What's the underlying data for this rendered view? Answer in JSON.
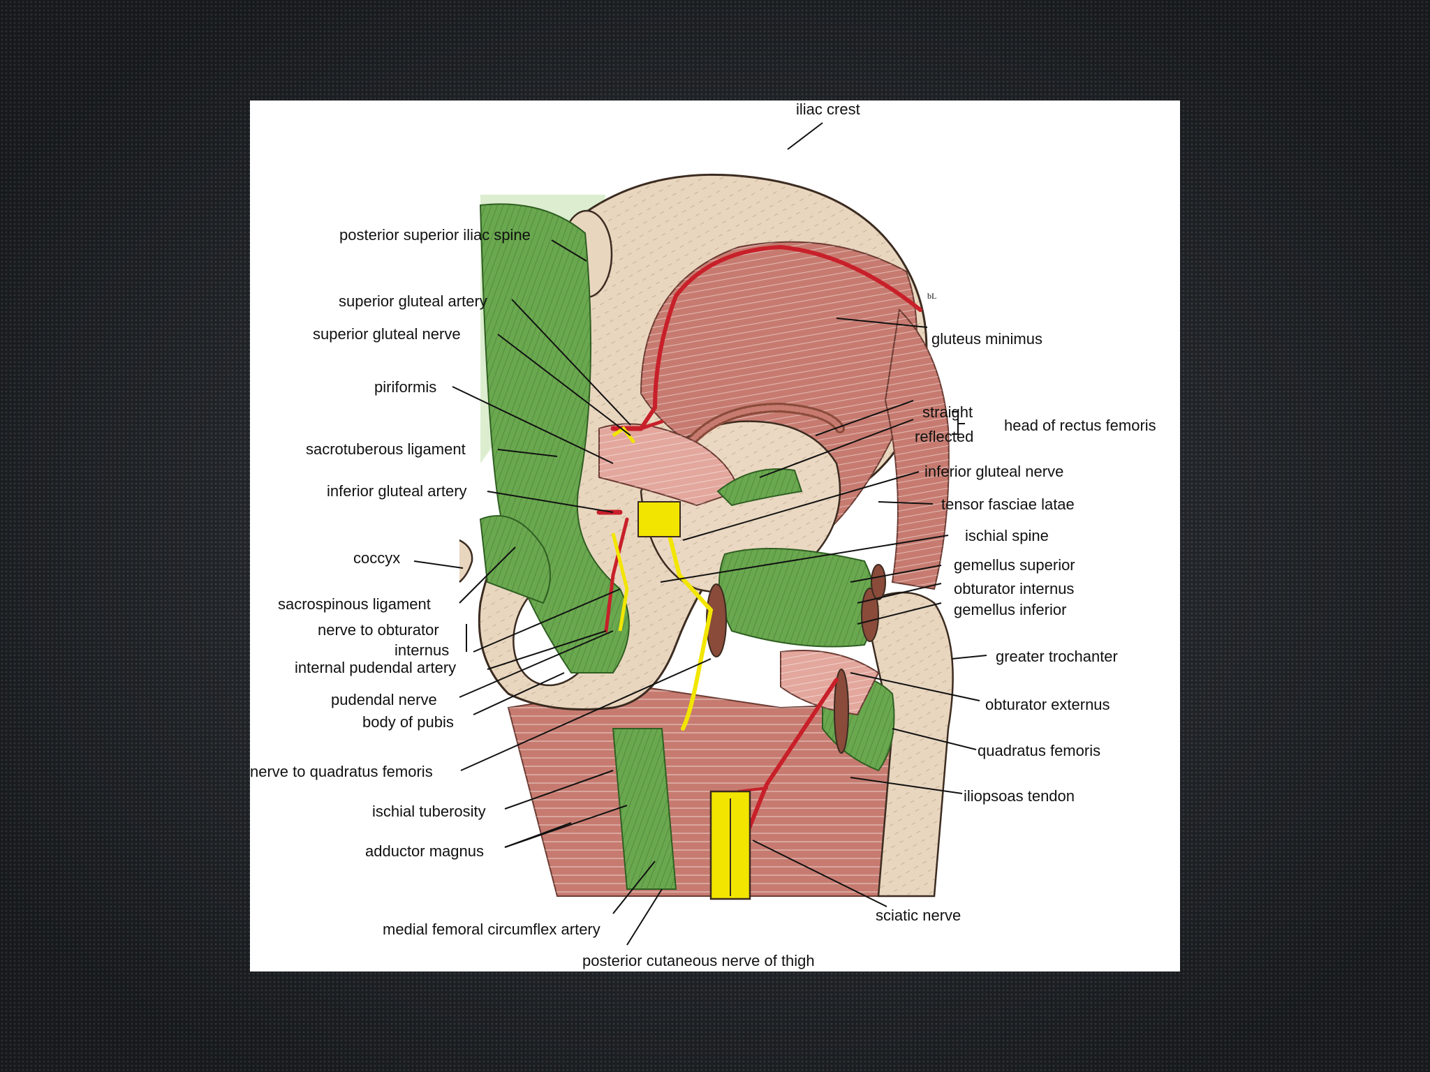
{
  "figure": {
    "labels": {
      "iliac_crest": "iliac crest",
      "posterior_superior_iliac_spine": "posterior superior iliac spine",
      "superior_gluteal_artery": "superior gluteal artery",
      "superior_gluteal_nerve": "superior gluteal nerve",
      "piriformis": "piriformis",
      "sacrotuberous_ligament": "sacrotuberous ligament",
      "inferior_gluteal_artery": "inferior gluteal artery",
      "coccyx": "coccyx",
      "sacrospinous_ligament": "sacrospinous ligament",
      "nerve_to_obturator": "nerve to obturator",
      "internus": "internus",
      "internal_pudendal_artery": "internal pudendal artery",
      "pudendal_nerve": "pudendal nerve",
      "body_of_pubis": "body of pubis",
      "nerve_to_quadratus_femoris": "nerve to quadratus femoris",
      "ischial_tuberosity": "ischial tuberosity",
      "adductor_magnus": "adductor magnus",
      "medial_femoral_circumflex_artery": "medial femoral circumflex artery",
      "posterior_cutaneous_nerve_of_thigh": "posterior cutaneous nerve of thigh",
      "gluteus_minimus": "gluteus minimus",
      "straight": "straight",
      "reflected": "reflected",
      "head_of_rectus_femoris": "head of rectus femoris",
      "inferior_gluteal_nerve": "inferior gluteal nerve",
      "tensor_fasciae_latae": "tensor fasciae latae",
      "ischial_spine": "ischial spine",
      "gemellus_superior": "gemellus superior",
      "obturator_internus": "obturator internus",
      "gemellus_inferior": "gemellus inferior",
      "greater_trochanter": "greater trochanter",
      "obturator_externus": "obturator externus",
      "quadratus_femoris": "quadratus femoris",
      "iliopsoas_tendon": "iliopsoas tendon",
      "sciatic_nerve": "sciatic nerve"
    },
    "signature": "bL",
    "colors": {
      "bone": "#e9d6bf",
      "muscle": "#c77b70",
      "ligament": "#6aa84f",
      "artery": "#c8202a",
      "nerve": "#f2e600"
    }
  }
}
